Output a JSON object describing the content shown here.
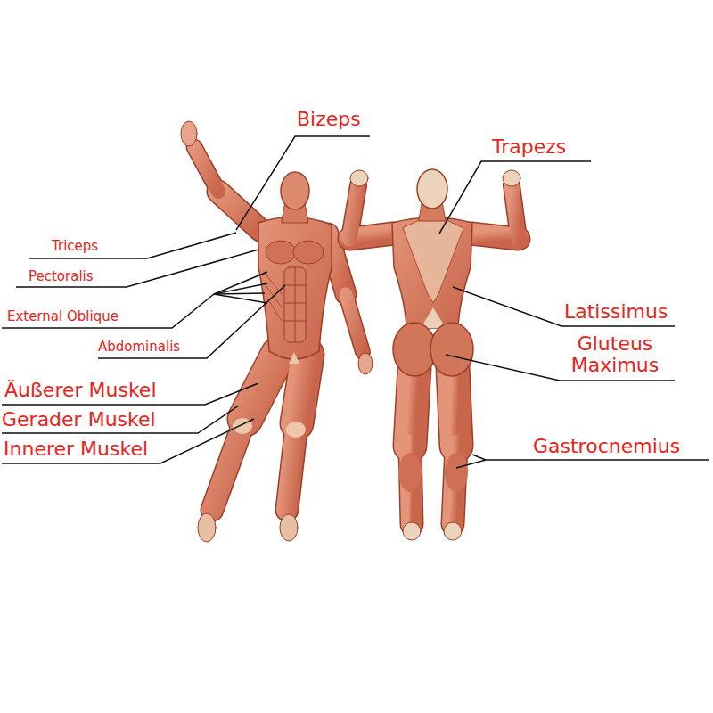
{
  "diagram": {
    "labels": [
      "Bizeps",
      "Triceps",
      "Pectoralis",
      "External Oblique",
      "Abdominalis",
      "Äußerer Muskel",
      "Gerader Muskel",
      "Innerer Muskel",
      "Trapezs",
      "Latissimus",
      "Gluteus Maximus",
      "Gastrocnemius"
    ]
  }
}
